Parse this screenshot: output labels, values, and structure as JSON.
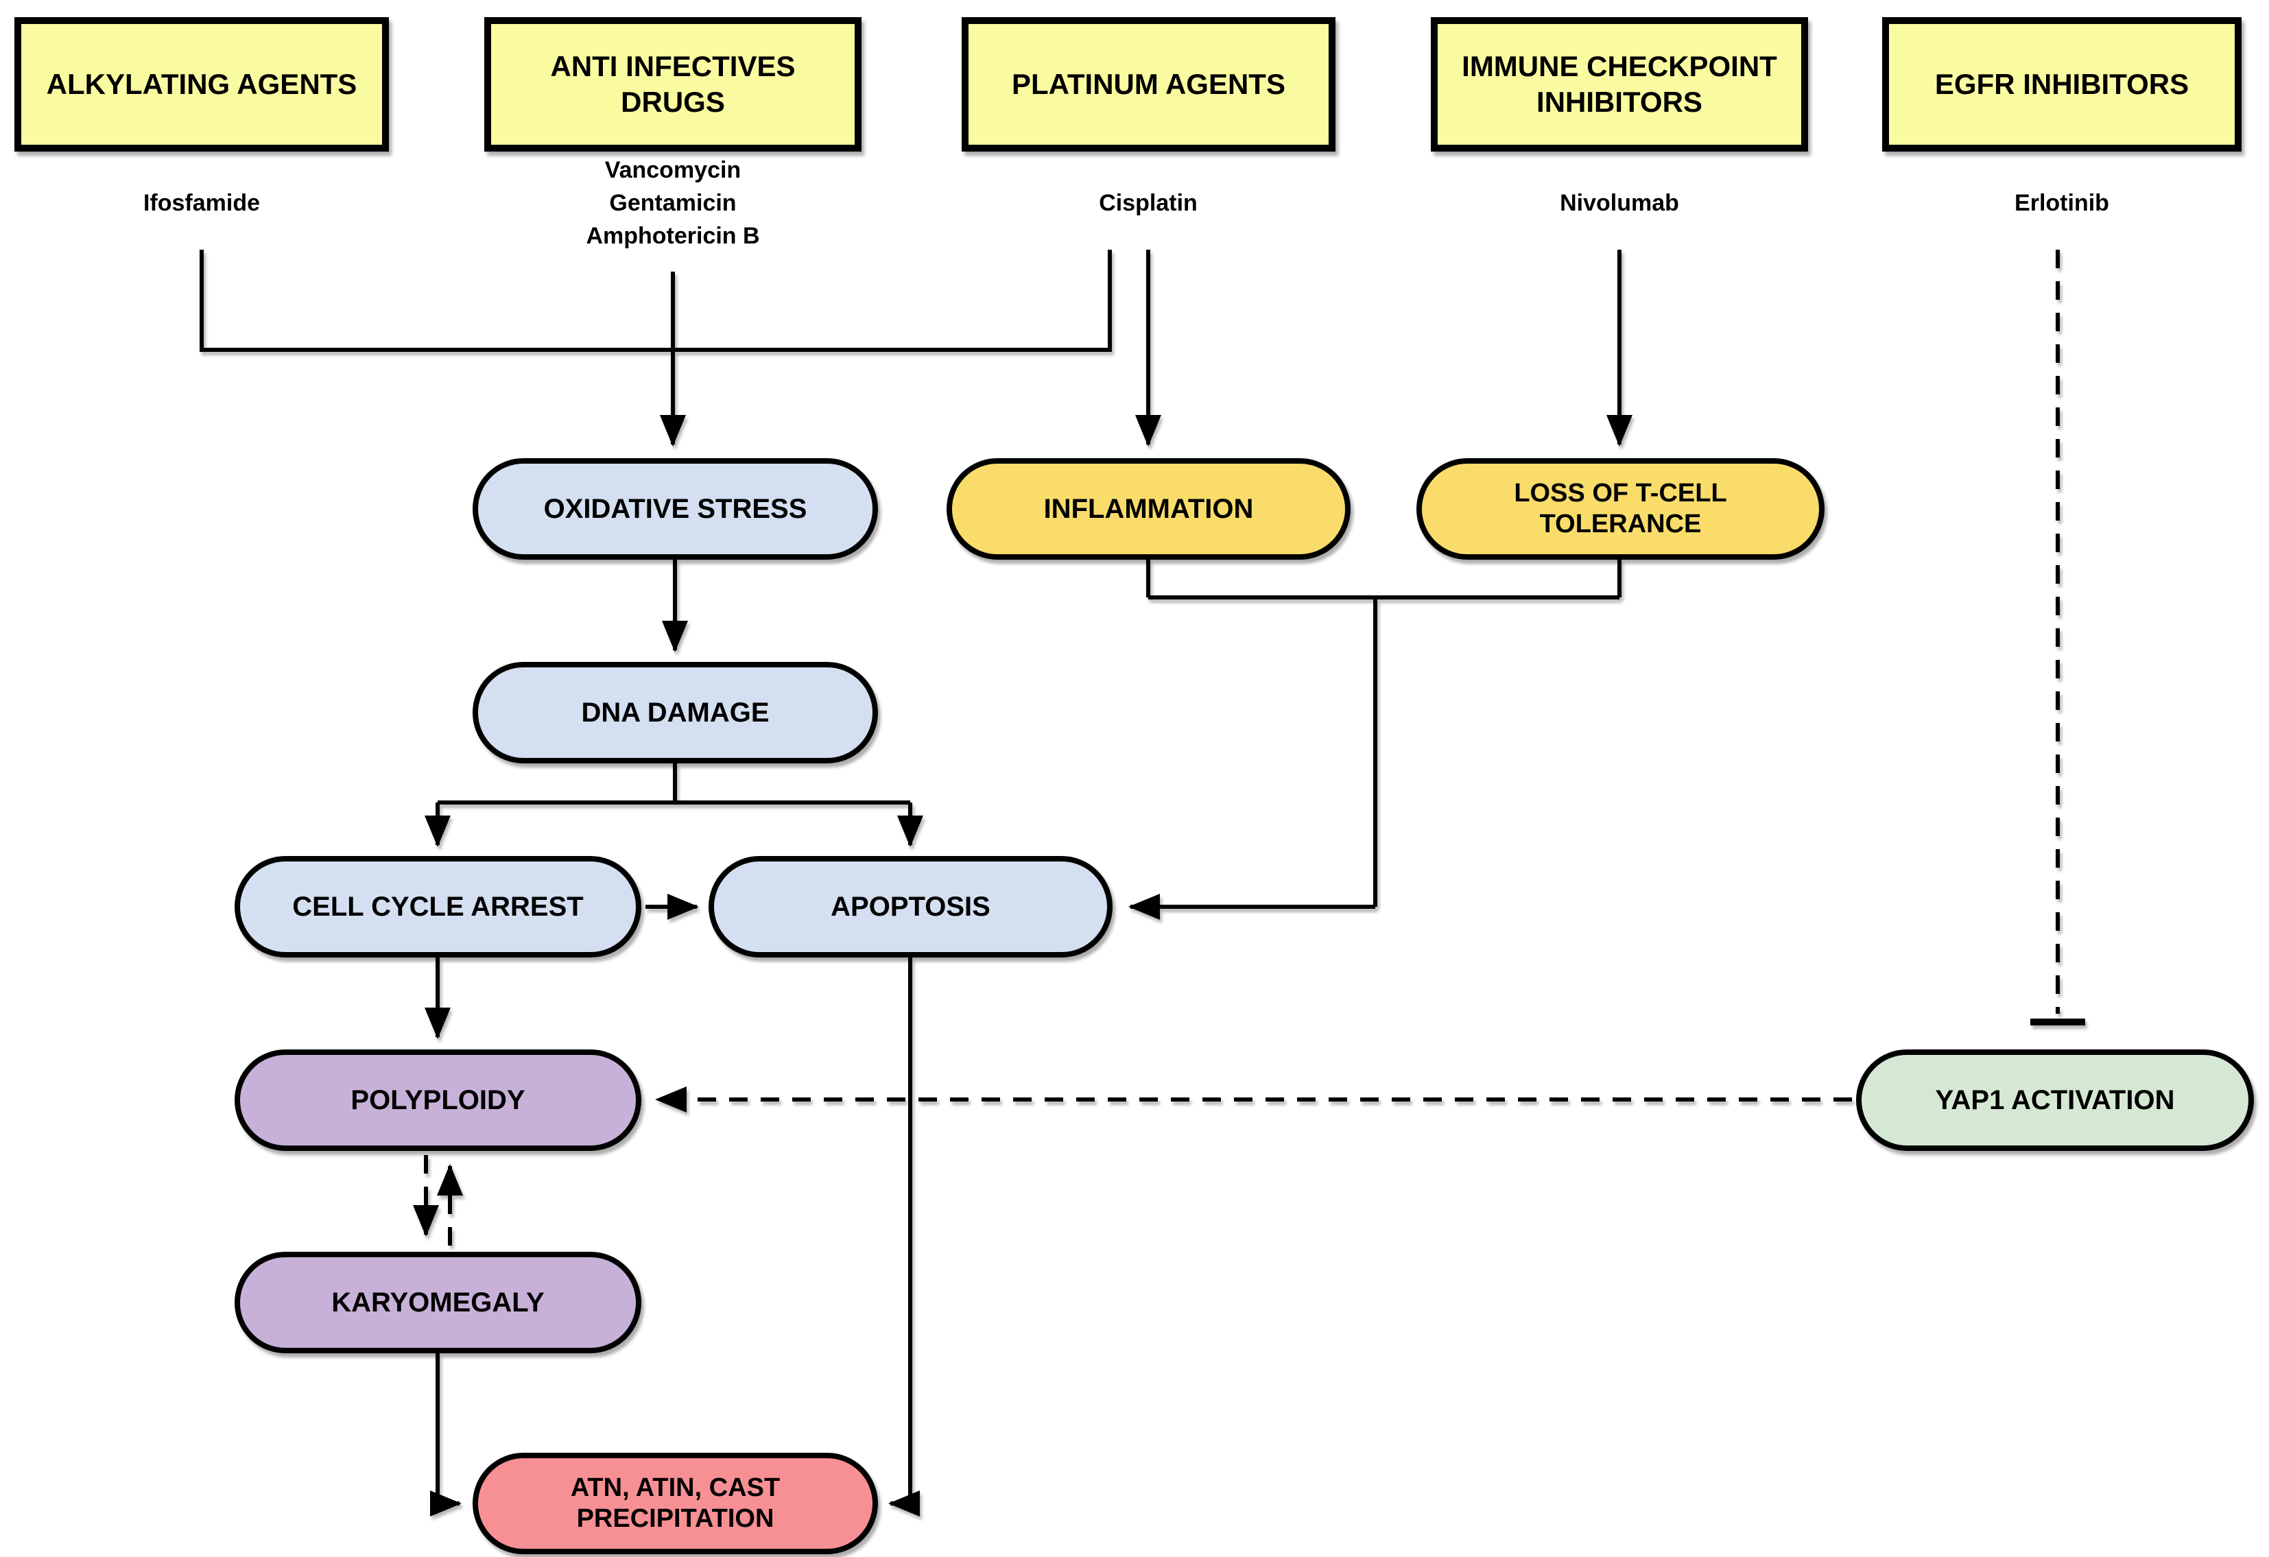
{
  "figure": {
    "background": "#ffffff",
    "description": "Flowchart of drug classes causing kidney injury pathways"
  },
  "colors": {
    "drug_class_fill": "#fafaa0",
    "stress_fill": "#d4dff1",
    "immune_fill": "#fadc6a",
    "proliferation_fill": "#c8b1d9",
    "yap_fill": "#d5e8d4",
    "outcome_fill": "#f79094",
    "line_color": "#000000"
  },
  "drug_classes": [
    {
      "label": "ALKYLATING AGENTS",
      "drugs": "Ifosfamide"
    },
    {
      "label": "ANTI INFECTIVES\nDRUGS",
      "drugs": "Vancomycin\nGentamicin\nAmphotericin B"
    },
    {
      "label": "PLATINUM AGENTS",
      "drugs": "Cisplatin"
    },
    {
      "label": "IMMUNE CHECKPOINT\nINHIBITORS",
      "drugs": "Nivolumab"
    },
    {
      "label": "EGFR INHIBITORS",
      "drugs": "Erlotinib"
    }
  ],
  "nodes": {
    "oxidative_stress": {
      "label": "OXIDATIVE STRESS"
    },
    "inflammation": {
      "label": "INFLAMMATION"
    },
    "loss_of_tcell_tolerance": {
      "label": "LOSS OF T-CELL\nTOLERANCE"
    },
    "dna_damage": {
      "label": "DNA DAMAGE"
    },
    "cell_cycle_arrest": {
      "label": "CELL CYCLE ARREST"
    },
    "apoptosis": {
      "label": "APOPTOSIS"
    },
    "polyploidy": {
      "label": "POLYPLOIDY"
    },
    "yap1_activation": {
      "label": "YAP1 ACTIVATION"
    },
    "karyomegaly": {
      "label": "KARYOMEGALY"
    },
    "outcome": {
      "label": "ATN, ATIN, CAST\nPRECIPITATION"
    }
  },
  "edges": [
    {
      "from": "Ifosfamide",
      "to": "OXIDATIVE STRESS",
      "style": "solid-arrow"
    },
    {
      "from": "Vancomycin/Gentamicin/Amphotericin B",
      "to": "OXIDATIVE STRESS",
      "style": "solid-arrow"
    },
    {
      "from": "Cisplatin",
      "to": "OXIDATIVE STRESS",
      "style": "solid-arrow"
    },
    {
      "from": "Cisplatin",
      "to": "INFLAMMATION",
      "style": "solid-arrow"
    },
    {
      "from": "Nivolumab",
      "to": "LOSS OF T-CELL TOLERANCE",
      "style": "solid-arrow"
    },
    {
      "from": "OXIDATIVE STRESS",
      "to": "DNA DAMAGE",
      "style": "solid-arrow"
    },
    {
      "from": "DNA DAMAGE",
      "to": "CELL CYCLE ARREST",
      "style": "solid-arrow"
    },
    {
      "from": "DNA DAMAGE",
      "to": "APOPTOSIS",
      "style": "solid-arrow"
    },
    {
      "from": "CELL CYCLE ARREST",
      "to": "APOPTOSIS",
      "style": "solid-arrow"
    },
    {
      "from": "INFLAMMATION",
      "to": "APOPTOSIS",
      "style": "solid-arrow"
    },
    {
      "from": "LOSS OF T-CELL TOLERANCE",
      "to": "APOPTOSIS",
      "style": "solid-arrow"
    },
    {
      "from": "CELL CYCLE ARREST",
      "to": "POLYPLOIDY",
      "style": "solid-arrow"
    },
    {
      "from": "POLYPLOIDY",
      "to": "KARYOMEGALY",
      "style": "dashed-bidirectional-arrows"
    },
    {
      "from": "Erlotinib",
      "to": "YAP1 ACTIVATION",
      "style": "dashed-inhibition-tbar"
    },
    {
      "from": "YAP1 ACTIVATION",
      "to": "POLYPLOIDY",
      "style": "dashed-arrow"
    },
    {
      "from": "KARYOMEGALY",
      "to": "ATN, ATIN, CAST PRECIPITATION",
      "style": "solid-arrow"
    },
    {
      "from": "APOPTOSIS",
      "to": "ATN, ATIN, CAST PRECIPITATION",
      "style": "solid-arrow"
    }
  ]
}
